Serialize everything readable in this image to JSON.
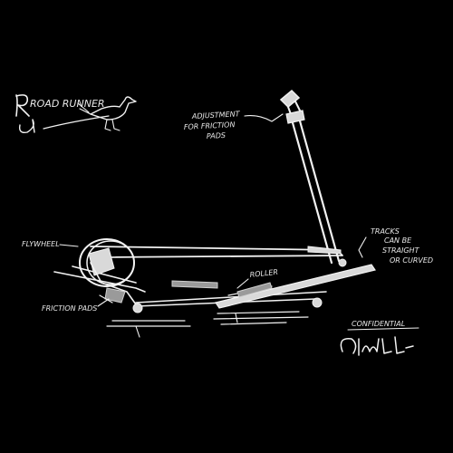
{
  "logo": {
    "text": "ROAD RUNNER",
    "icon": "roadrunner-bird-icon"
  },
  "labels": {
    "adjustment": "ADJUSTMENT FOR FRICTION PADS",
    "adjustment_line1": "ADJUSTMENT",
    "adjustment_line2": "FOR FRICTION",
    "adjustment_line3": "PADS",
    "flywheel": "FLYWHEEL",
    "tracks_line1": "TRACKS",
    "tracks_line2": "CAN BE",
    "tracks_line3": "STRAIGHT",
    "tracks_line4": "OR CURVED",
    "roller": "ROLLER",
    "friction_pads": "FRICTION PADS",
    "confidential": "CONFIDENTIAL"
  },
  "colors": {
    "background": "#000000",
    "ink": "#f2f2f2"
  }
}
